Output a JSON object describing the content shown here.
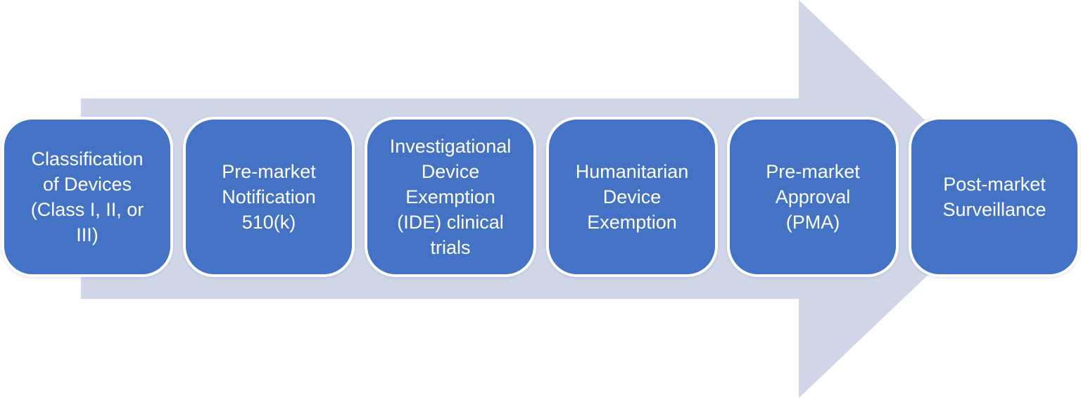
{
  "diagram": {
    "type": "process-flow-right-arrow",
    "topic": "Medical device regulatory pathway",
    "colors": {
      "arrow_fill": "#d0d5e8",
      "box_fill": "#4472c4",
      "box_border": "#ffffff",
      "text": "#ffffff"
    },
    "steps": [
      {
        "label": "Classification of Devices (Class I, II, or III)",
        "display": "Classification\nof Devices\n(Class I, II, or\nIII)"
      },
      {
        "label": "Pre-market Notification 510(k)",
        "display": "Pre-market\nNotification\n510(k)"
      },
      {
        "label": "Investigational Device Exemption (IDE) clinical trials",
        "display": "Investigational\nDevice\nExemption\n(IDE) clinical\ntrials"
      },
      {
        "label": "Humanitarian Device Exemption",
        "display": "Humanitarian\nDevice\nExemption"
      },
      {
        "label": "Pre-market Approval (PMA)",
        "display": "Pre-market\nApproval\n(PMA)"
      },
      {
        "label": "Post-market Surveillance",
        "display": "Post-market\nSurveillance"
      }
    ]
  }
}
